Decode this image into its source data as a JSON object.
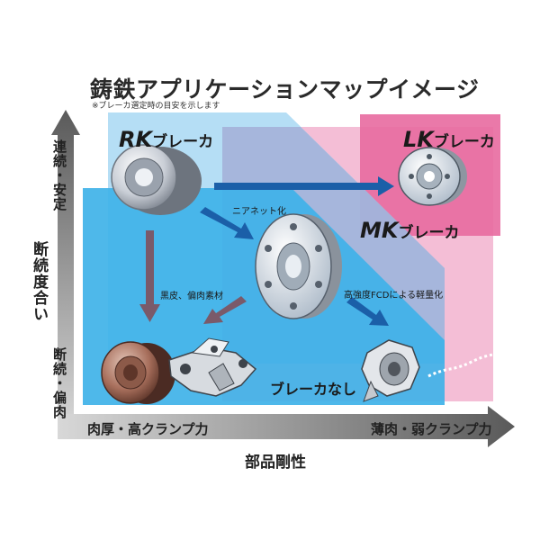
{
  "title": "鋳鉄アプリケーションマップイメージ",
  "note": "※ブレーカ選定時の目安を示します",
  "y_axis": {
    "top_label": "連続・安定",
    "middle_label": "断続度合い",
    "bottom_label": "断続・偏肉"
  },
  "x_axis": {
    "left_label": "肉厚・高クランプ力",
    "right_label": "薄肉・弱クランプ力",
    "title": "部品剛性"
  },
  "regions": {
    "rk": {
      "code": "RK",
      "suffix": "ブレーカ",
      "color": "#a8d8f3"
    },
    "lk": {
      "code": "LK",
      "suffix": "ブレーカ",
      "color": "#e86aa0"
    },
    "mk": {
      "code": "MK",
      "suffix": "ブレーカ",
      "color": "#f2b3cf"
    },
    "none": {
      "label": "ブレーカなし",
      "color": "#3fb2e8"
    }
  },
  "arrows": {
    "ni": "ニアネット化",
    "kuro": "黒皮、偏肉素材",
    "fcd": "高強度FCDによる軽量化"
  },
  "icons": [
    "bearing-housing-icon",
    "flange-hub-icon",
    "brake-drum-icon",
    "cast-bracket-icon",
    "thin-wall-cast-icon",
    "brake-disc-icon"
  ]
}
